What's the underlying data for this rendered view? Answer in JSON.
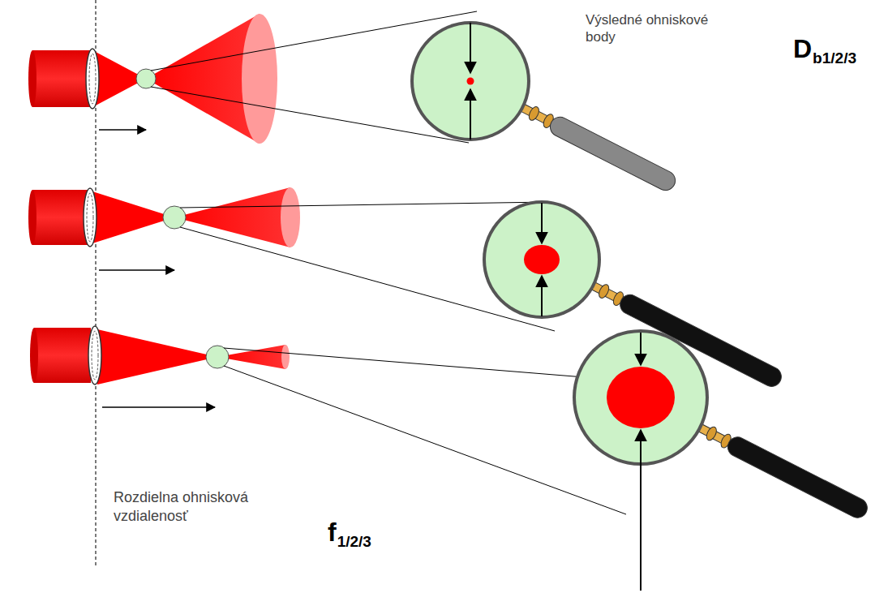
{
  "diagram": {
    "labels": [
      "Výsledné ohniskové body",
      "D",
      "b1/2/3",
      "Rozdielna ohnisková vzdialenosť",
      "f",
      "1/2/3"
    ]
  }
}
